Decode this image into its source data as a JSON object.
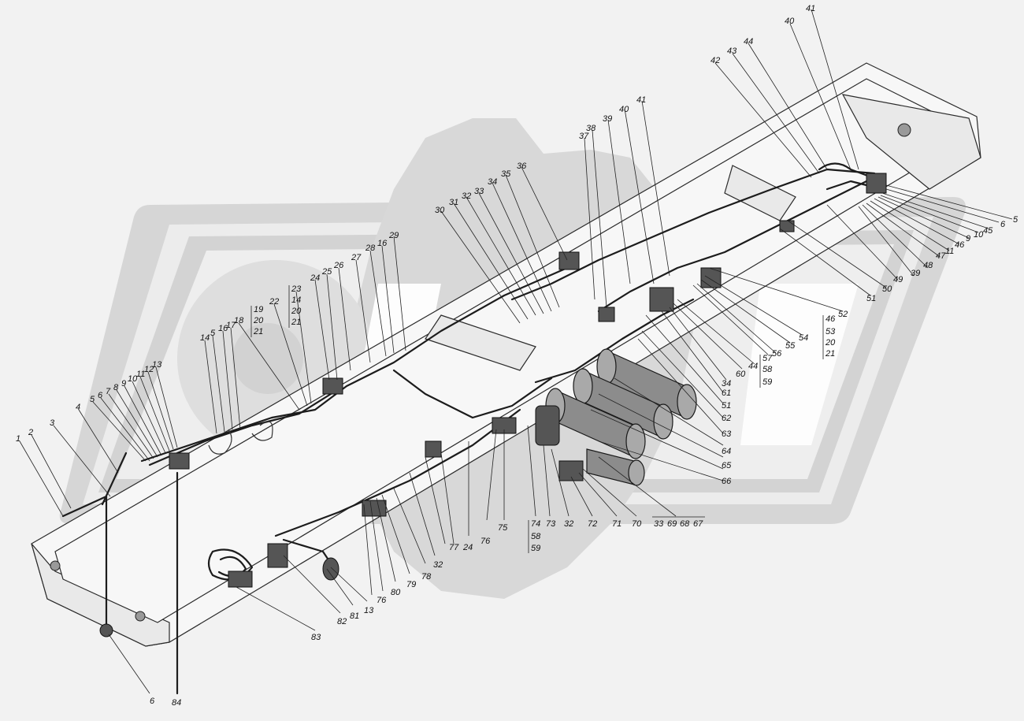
{
  "diagram": {
    "labels": [
      "1",
      "2",
      "3",
      "4",
      "5",
      "6",
      "7",
      "8",
      "9",
      "10",
      "11",
      "12",
      "13",
      "14",
      "5",
      "16",
      "17",
      "18",
      "19",
      "20",
      "21",
      "22",
      "23",
      "14",
      "20",
      "21",
      "24",
      "25",
      "26",
      "27",
      "28",
      "16",
      "29",
      "30",
      "31",
      "32",
      "33",
      "34",
      "35",
      "36",
      "37",
      "38",
      "39",
      "40",
      "41",
      "42",
      "43",
      "44",
      "40",
      "41",
      "5",
      "6",
      "45",
      "10",
      "9",
      "46",
      "47",
      "11",
      "48",
      "39",
      "49",
      "50",
      "51",
      "52",
      "46",
      "53",
      "20",
      "21",
      "54",
      "55",
      "56",
      "57",
      "58",
      "59",
      "44",
      "60",
      "34",
      "61",
      "51",
      "62",
      "63",
      "64",
      "65",
      "66",
      "67",
      "68",
      "69",
      "33",
      "70",
      "71",
      "72",
      "32",
      "73",
      "74",
      "58",
      "59",
      "75",
      "76",
      "77",
      "24",
      "78",
      "32",
      "79",
      "80",
      "76",
      "13",
      "81",
      "82",
      "83",
      "84",
      "6"
    ]
  }
}
